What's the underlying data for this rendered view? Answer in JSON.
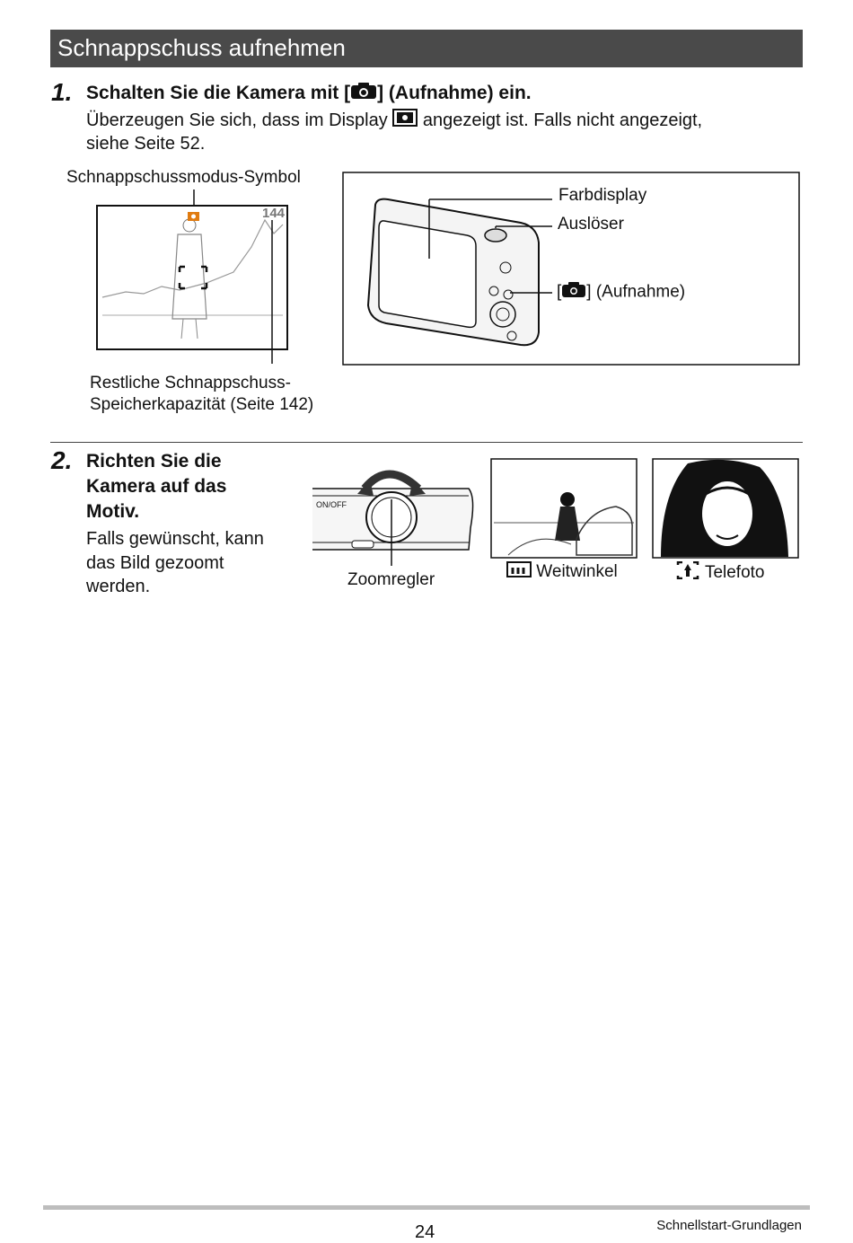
{
  "header": {
    "title": "Schnappschuss aufnehmen"
  },
  "step1": {
    "number": "1.",
    "heading_pre": "Schalten Sie die Kamera mit [",
    "heading_post": "] (Aufnahme) ein.",
    "body_line1_pre": "Überzeugen Sie sich, dass im Display",
    "body_line1_post": "angezeigt ist. Falls nicht angezeigt,",
    "body_line2": "siehe Seite 52.",
    "label_mode_symbol": "Schnappschussmodus-Symbol",
    "screen_counter": "144",
    "label_remaining_1": "Restliche Schnappschuss-",
    "label_remaining_2": "Speicherkapazität (Seite 142)",
    "label_display": "Farbdisplay",
    "label_shutter": "Auslöser",
    "label_record_post": "] (Aufnahme)",
    "label_record_pre": "[",
    "icon_camera": "camera-icon",
    "icon_snapshot_mode": "snapshot-mode-icon"
  },
  "step2": {
    "number": "2.",
    "heading_l1": "Richten Sie die",
    "heading_l2": "Kamera auf das",
    "heading_l3": "Motiv.",
    "body_l1": "Falls gewünscht, kann",
    "body_l2": "das Bild gezoomt",
    "body_l3": "werden.",
    "label_zoom": "Zoomregler",
    "cam_onoff": "ON/OFF",
    "label_wide": "Weitwinkel",
    "label_tele": "Telefoto",
    "icon_wide": "wide-angle-icon",
    "icon_tele": "telephoto-icon"
  },
  "footer": {
    "page_number": "24",
    "section": "Schnellstart-Grundlagen"
  },
  "colors": {
    "title_bar": "#4a4a4a",
    "accent_orange": "#e07b10"
  }
}
